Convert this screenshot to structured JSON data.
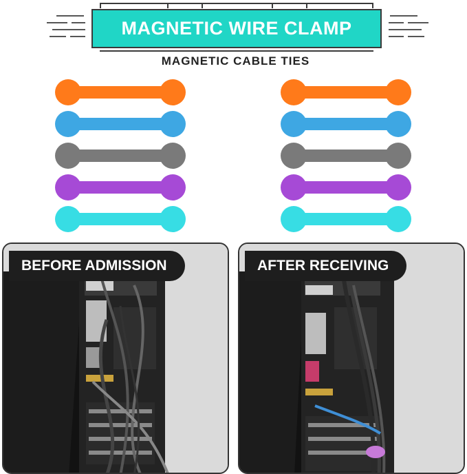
{
  "header": {
    "title": "MAGNETIC WIRE CLAMP",
    "subtitle": "MAGNETIC CABLE TIES"
  },
  "ties": {
    "colors": [
      "#ff7a1a",
      "#3ea7e3",
      "#7a7a7a",
      "#a64ad6",
      "#37dde4"
    ],
    "left_count": 5,
    "right_count": 5
  },
  "panels": {
    "before_label": "BEFORE ADMISSION",
    "after_label": "AFTER RECEIVING",
    "clip_color": "#c77ad8"
  },
  "colors": {
    "banner": "#20d6c6",
    "label_bg": "#1e1e1e"
  }
}
